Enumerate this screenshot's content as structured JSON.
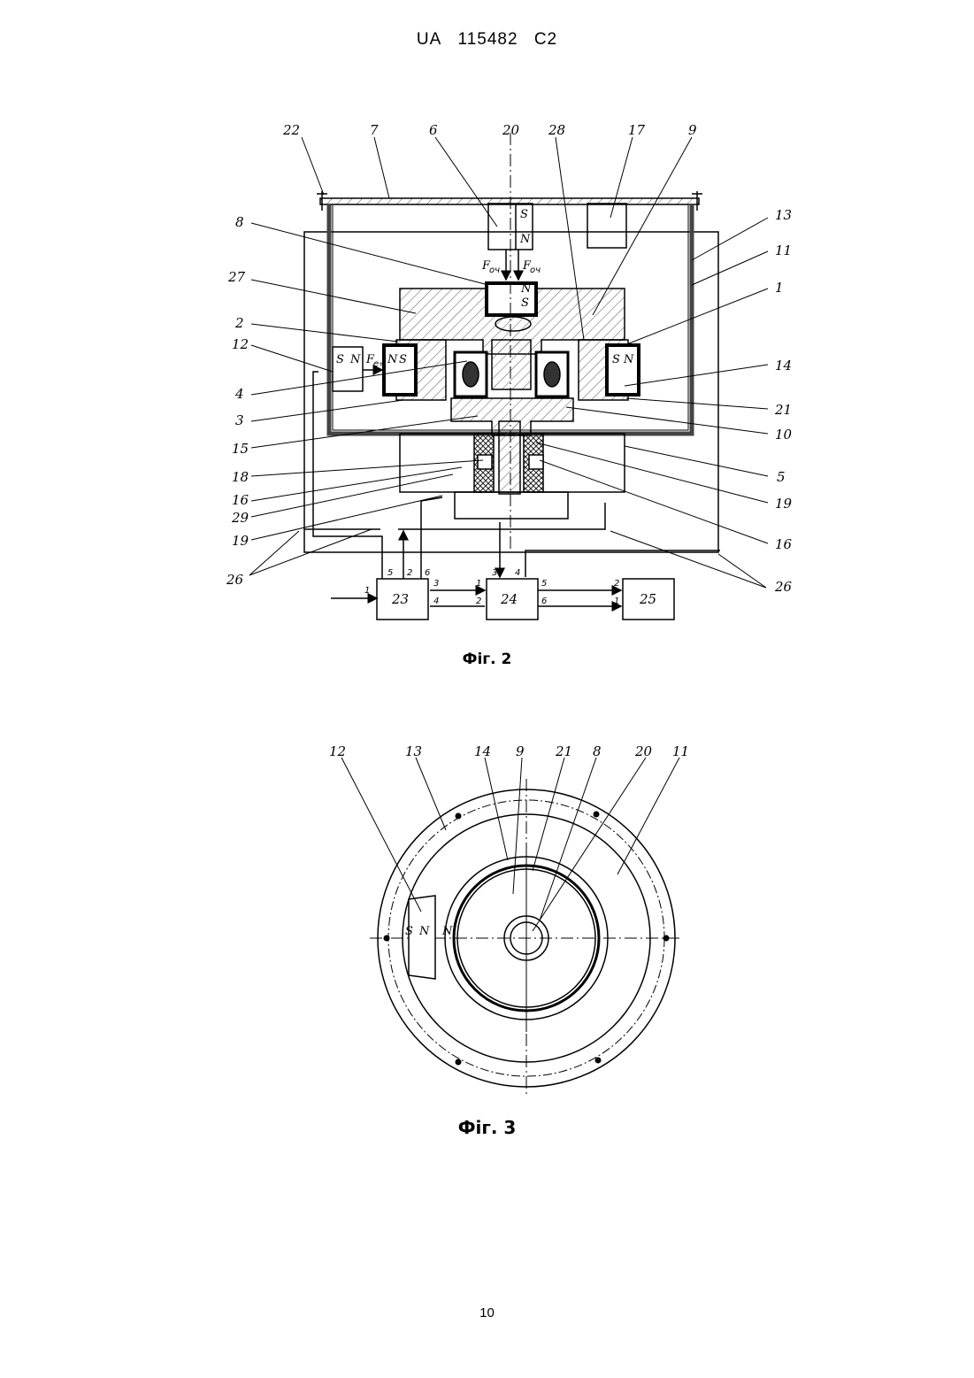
{
  "header": {
    "country": "UA",
    "number": "115482",
    "kind": "C2"
  },
  "fig2": {
    "caption": "Фіг. 2",
    "labels": [
      "22",
      "7",
      "6",
      "20",
      "28",
      "17",
      "9",
      "13",
      "11",
      "1",
      "8",
      "27",
      "2",
      "12",
      "4",
      "3",
      "15",
      "18",
      "16",
      "29",
      "19",
      "14",
      "21",
      "10",
      "5",
      "19",
      "16",
      "26",
      "26"
    ],
    "blocks": [
      "23",
      "24",
      "25"
    ],
    "pins": {
      "b23_in": "1",
      "b23_top": [
        "5",
        "2",
        "6"
      ],
      "b23_right": [
        "3",
        "4"
      ],
      "b24_top": [
        "3",
        "4"
      ],
      "b24_left": [
        "1",
        "2"
      ],
      "b24_right": [
        "5",
        "6"
      ],
      "b25_left": [
        "2",
        "1"
      ]
    },
    "magnet_text": {
      "m6_s": "S",
      "m6_n": "N",
      "m8_n": "N",
      "m8_s": "S",
      "m12_s": "S",
      "m12_n": "N",
      "m_left_n": "N",
      "m_left_s": "S",
      "m14_s": "S",
      "m14_n": "N"
    },
    "force_labels": {
      "f_left": "F",
      "f_left_sub": "оч",
      "f_right": "F",
      "f_right_sub": "оч",
      "f_side": "F",
      "f_side_sub": "е="
    }
  },
  "fig3": {
    "caption": "Фіг. 3",
    "labels": [
      "12",
      "13",
      "14",
      "9",
      "21",
      "8",
      "20",
      "11"
    ],
    "magnet_text": {
      "s": "S",
      "n1": "N",
      "n2": "N"
    }
  },
  "page_number": "10"
}
